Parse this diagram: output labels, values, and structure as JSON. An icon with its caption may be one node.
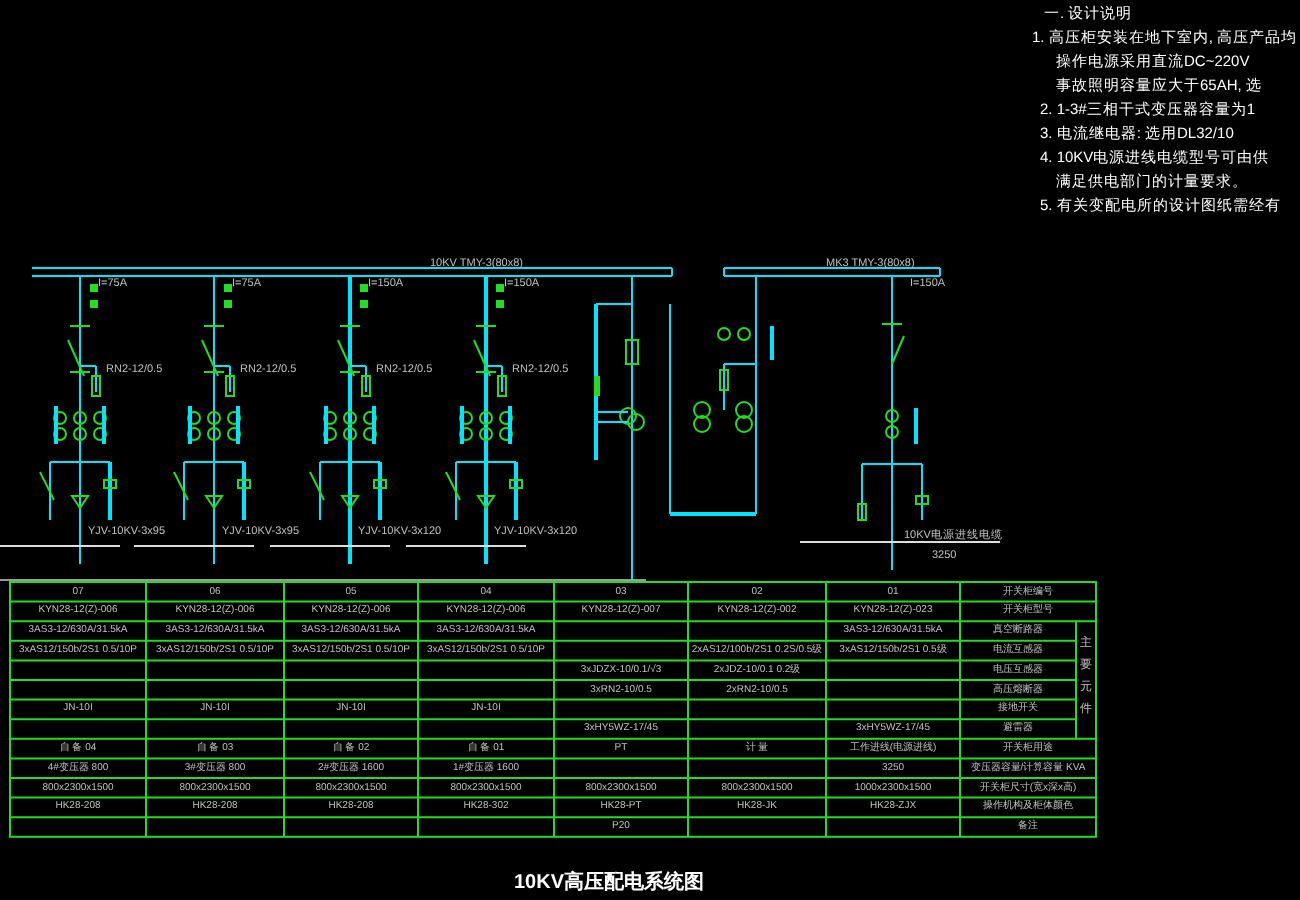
{
  "diagram": {
    "title": "10KV高压配电系统图",
    "labels": [
      "一. 设计说明",
      "1. 高压柜安装在地下室内, 高压产品均",
      "操作电源采用直流DC~220V",
      "事故照明容量应大于65AH, 选",
      "2. 1-3#三相干式变压器容量为1",
      "3. 电流继电器: 选用DL32/10",
      "4. 10KV电源进线电缆型号可由供",
      "满足供电部门的计量要求。",
      "5. 有关变配电所的设计图纸需经有",
      "10KV TMY-3(80x8)",
      "MK3 TMY-3(80x8)",
      "I=75A",
      "I=75A",
      "I=150A",
      "I=150A",
      "I=150A",
      "RN2-12/0.5",
      "RN2-12/0.5",
      "RN2-12/0.5",
      "RN2-12/0.5",
      "YJV-10KV-3x95",
      "YJV-10KV-3x95",
      "YJV-10KV-3x120",
      "YJV-10KV-3x120",
      "10KV电源进线电缆",
      "3250",
      "07",
      "06",
      "05",
      "04",
      "03",
      "02",
      "01",
      "开关柜编号",
      "KYN28-12(Z)-006",
      "KYN28-12(Z)-006",
      "KYN28-12(Z)-006",
      "KYN28-12(Z)-006",
      "KYN28-12(Z)-007",
      "KYN28-12(Z)-002",
      "KYN28-12(Z)-023",
      "开关柜型号",
      "3AS3-12/630A/31.5kA",
      "3AS3-12/630A/31.5kA",
      "3AS3-12/630A/31.5kA",
      "3AS3-12/630A/31.5kA",
      "3AS3-12/630A/31.5kA",
      "真空断路器",
      "主要元件",
      "3xAS12/150b/2S1 0.5/10P",
      "3xAS12/150b/2S1 0.5/10P",
      "3xAS12/150b/2S1 0.5/10P",
      "3xAS12/150b/2S1 0.5/10P",
      "2xAS12/100b/2S1 0.2S/0.5级",
      "3xAS12/150b/2S1 0.5级",
      "电流互感器",
      "3xJDZX-10/0.1/√3",
      "2xJDZ-10/0.1 0.2级",
      "电压互感器",
      "3xRN2-10/0.5",
      "2xRN2-10/0.5",
      "高压熔断器",
      "JN-10I",
      "JN-10I",
      "JN-10I",
      "JN-10I",
      "接地开关",
      "3xHY5WZ-17/45",
      "3xHY5WZ-17/45",
      "避雷器",
      "自 备 04",
      "自 备 03",
      "自 备 02",
      "自 备 01",
      "PT",
      "计 量",
      "工作进线(电源进线)",
      "开关柜用途",
      "4#变压器 800",
      "3#变压器 800",
      "2#变压器 1600",
      "1#变压器 1600",
      "3250",
      "变压器容量/计算容量 KVA",
      "800x2300x1500",
      "800x2300x1500",
      "800x2300x1500",
      "800x2300x1500",
      "800x2300x1500",
      "800x2300x1500",
      "1000x2300x1500",
      "开关柜尺寸(宽x深x高)",
      "HK28-208",
      "HK28-208",
      "HK28-208",
      "HK28-302",
      "HK28-PT",
      "HK28-JK",
      "HK28-ZJX",
      "操作机构及柜体颜色",
      "P20",
      "备注"
    ]
  }
}
